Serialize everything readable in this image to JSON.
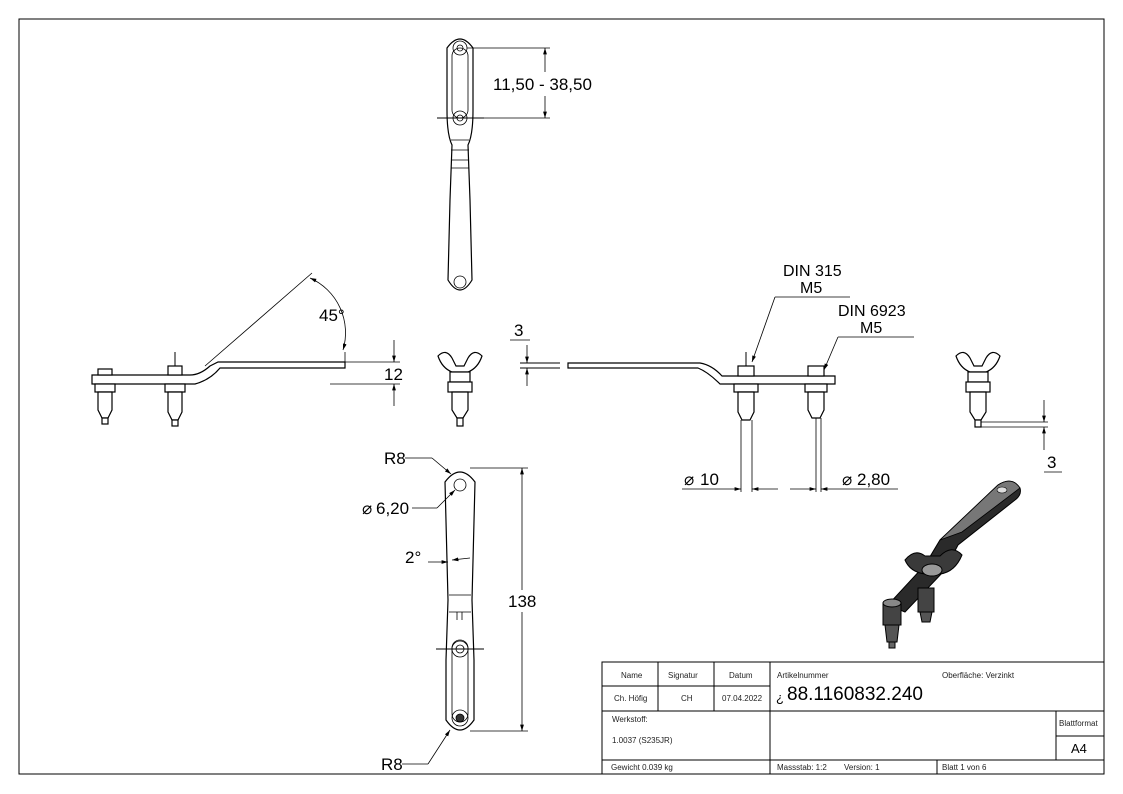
{
  "dimensions": {
    "slot_range": "11,50 - 38,50",
    "angle_bend": "45°",
    "offset_height": "12",
    "thickness_top": "3",
    "thread_din": "DIN 315",
    "thread_m5_a": "M5",
    "nut_din": "DIN 6923",
    "thread_m5_b": "M5",
    "pin_diameter": "10",
    "small_diameter": "2,80",
    "gap_right": "3",
    "radius_top": "R8",
    "hole_diameter": "6,20",
    "taper_angle": "2°",
    "length_total": "138",
    "radius_bottom": "R8"
  },
  "title_block": {
    "col_name": "Name",
    "col_signatur": "Signatur",
    "col_datum": "Datum",
    "name_value": "Ch. Höfig",
    "signatur_value": "CH",
    "datum_value": "07.04.2022",
    "artikel_label": "Artikelnummer",
    "artikel_prefix": "¿",
    "artikel_value": "88.1160832.240",
    "oberflaeche": "Oberfläche:  Verzinkt",
    "werkstoff_label": "Werkstoff:",
    "werkstoff_value": "1.0037 (S235JR)",
    "blattformat_label": "Blattformat",
    "blattformat_value": "A4",
    "gewicht": "Gewicht 0.039 kg",
    "massstab": "Massstab: 1:2",
    "version": "Version: 1",
    "blatt": "Blatt 1 von 6"
  }
}
